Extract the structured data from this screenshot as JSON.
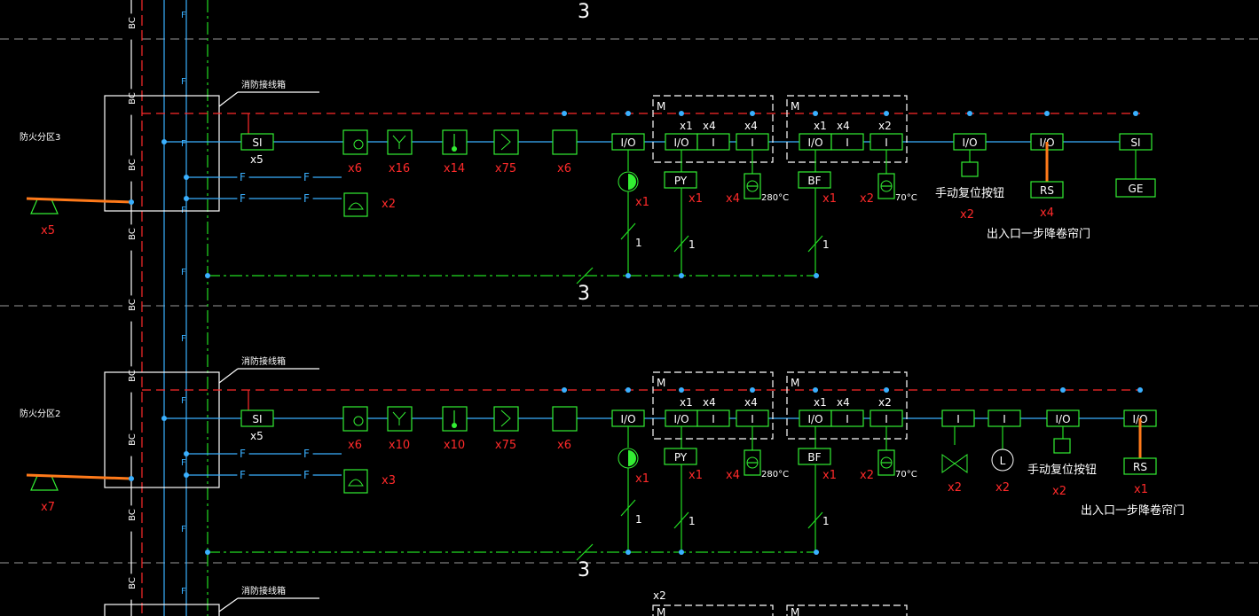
{
  "colors": {
    "background": "#000000",
    "bus_green": "#22dd22",
    "bus_red_dashed": "#ff2a2a",
    "signal_cyan": "#3ab0ff",
    "highlight_orange": "#ff7a1a",
    "symbol_green": "#33ee33",
    "text_white": "#ffffff",
    "text_red": "#ff2a2a",
    "grid_gray": "#9a9a9a"
  },
  "riser": {
    "bc_label": "BC",
    "f_label": "F"
  },
  "top_marker": "3",
  "sections": [
    {
      "zone_label": "防火分区3",
      "junction_box_label": "消防接线箱",
      "sounder_count": "x5",
      "si_label": "SI",
      "si_count": "x5",
      "phone_count": "x2",
      "f_label": "F",
      "device_counts": [
        "x6",
        "x16",
        "x14",
        "x75",
        "x6"
      ],
      "io_label": "I/O",
      "io_count": "x1",
      "m_label": "M",
      "m_modules": [
        {
          "x_left": "x1",
          "x_mid": "x4",
          "x_right": "x4",
          "out_label": "PY",
          "out_count": "x1",
          "valve_count": "x4",
          "temp": "280°C",
          "feed": "1"
        },
        {
          "x_left": "x1",
          "x_mid": "x4",
          "x_right": "x2",
          "out_label": "BF",
          "out_count": "x1",
          "valve_count": "x2",
          "temp": "70°C",
          "feed": "1"
        }
      ],
      "i_label": "I",
      "feed_count": "1",
      "bus_marker": "3",
      "tail": {
        "reset_button": "手动复位按钮",
        "reset_count": "x2",
        "rs_label": "RS",
        "rs_count": "x4",
        "ge_label": "GE",
        "si_label": "SI",
        "note": "出入口一步降卷帘门"
      }
    },
    {
      "zone_label": "防火分区2",
      "junction_box_label": "消防接线箱",
      "sounder_count": "x7",
      "si_label": "SI",
      "si_count": "x5",
      "phone_count": "x3",
      "f_label": "F",
      "device_counts": [
        "x6",
        "x10",
        "x10",
        "x75",
        "x6"
      ],
      "io_label": "I/O",
      "io_count": "x1",
      "m_label": "M",
      "m_modules": [
        {
          "x_left": "x1",
          "x_mid": "x4",
          "x_right": "x4",
          "out_label": "PY",
          "out_count": "x1",
          "valve_count": "x4",
          "temp": "280°C",
          "feed": "1"
        },
        {
          "x_left": "x1",
          "x_mid": "x4",
          "x_right": "x2",
          "out_label": "BF",
          "out_count": "x1",
          "valve_count": "x2",
          "temp": "70°C",
          "feed": "1"
        }
      ],
      "i_label": "I",
      "feed_count": "1",
      "bus_marker": "3",
      "tail": {
        "valve_count": "x2",
        "level_count": "x2",
        "level_label": "L",
        "reset_button": "手动复位按钮",
        "reset_count": "x2",
        "rs_label": "RS",
        "rs_count": "x1",
        "note": "出入口一步降卷帘门"
      }
    }
  ],
  "bottom": {
    "junction_box_label": "消防接线箱",
    "count": "x2",
    "m_label": "M"
  }
}
